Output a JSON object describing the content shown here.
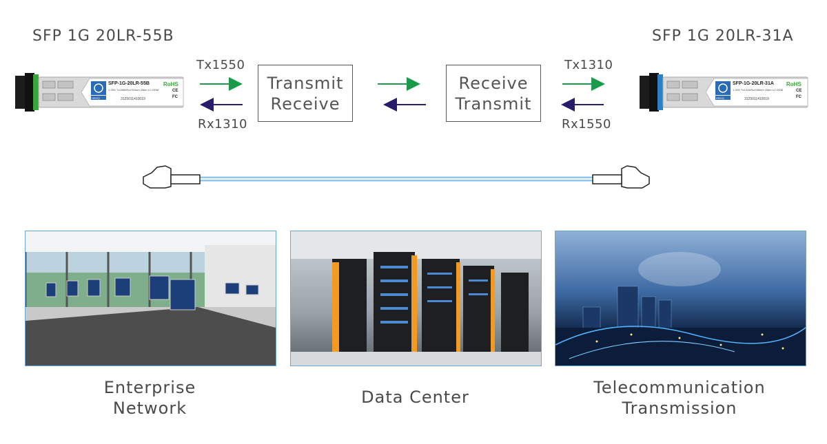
{
  "modules": {
    "left": {
      "title": "SFP 1G 20LR-55B",
      "part_no": "SFP-1G-20LR-55B",
      "spec": "1.25G Tx1550/Rx1310nm 20km LC DDM",
      "serial": "3125011410019",
      "rohs": "RoHS",
      "ce": "CE",
      "fc": "FC",
      "brand": "HSGQ",
      "latch_color": "#3aa63a"
    },
    "right": {
      "title": "SFP 1G 20LR-31A",
      "part_no": "SFP-1G-20LR-31A",
      "spec": "1.25G Tx1310/Rx1550nm 20km LC DDM",
      "serial": "3125011410019",
      "rohs": "RoHS",
      "ce": "CE",
      "fc": "FC",
      "brand": "HSGQ",
      "latch_color": "#2c7fc6"
    }
  },
  "wavelengths": {
    "left_tx": "Tx1550",
    "left_rx": "Rx1310",
    "right_tx": "Tx1310",
    "right_rx": "Rx1550"
  },
  "boxes": {
    "left": {
      "line1": "Transmit",
      "line2": "Receive"
    },
    "right": {
      "line1": "Receive",
      "line2": "Transmit"
    }
  },
  "arrow_colors": {
    "tx": "#1a9a4a",
    "rx": "#2a1a6a"
  },
  "cable_color": "#8ec8ee",
  "applications": [
    {
      "line1": "Enterprise",
      "line2": "Network"
    },
    {
      "line1": "Data Center",
      "line2": ""
    },
    {
      "line1": "Telecommunication",
      "line2": "Transmission"
    }
  ]
}
